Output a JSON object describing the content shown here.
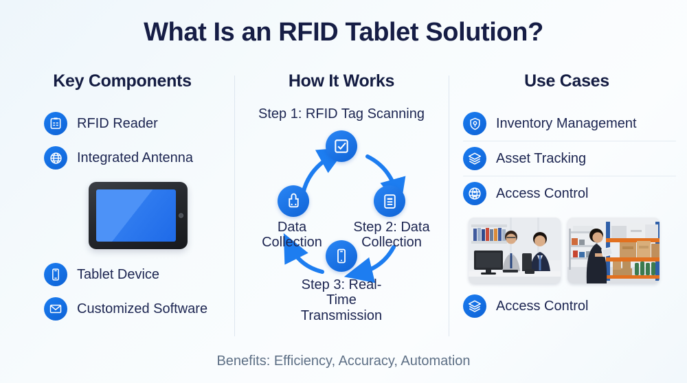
{
  "title": "What Is an RFID Tablet Solution?",
  "columns": {
    "key_components": {
      "heading": "Key Components",
      "items": [
        {
          "label": "RFID Reader",
          "icon": "clipboard-lines-icon"
        },
        {
          "label": "Integrated Antenna",
          "icon": "globe-icon"
        },
        {
          "label": "Tablet Device",
          "icon": "tablet-icon"
        },
        {
          "label": "Customized Software",
          "icon": "envelope-icon"
        }
      ],
      "illustration": "tablet-device-illustration"
    },
    "how_it_works": {
      "heading": "How It Works",
      "step_top_label": "Step 1: RFID Tag Scanning",
      "nodes": [
        {
          "position": "top",
          "icon": "checkbox-check-icon",
          "label": ""
        },
        {
          "position": "right",
          "icon": "document-lines-icon",
          "label": "Step 2: Data\nCollection"
        },
        {
          "position": "bottom",
          "icon": "smartphone-icon",
          "label": "Step 3: Real-Time\nTransmission"
        },
        {
          "position": "left",
          "icon": "rfid-tag-icon",
          "label": "Data\nCollection"
        }
      ],
      "node_labels": {
        "right_line1": "Step 2: Data",
        "right_line2": "Collection",
        "bottom_line1": "Step 3: Real-Time",
        "bottom_line2": "Transmission",
        "left_line1": "Data",
        "left_line2": "Collection"
      }
    },
    "use_cases": {
      "heading": "Use Cases",
      "items": [
        {
          "label": "Inventory Management",
          "icon": "shield-location-icon"
        },
        {
          "label": "Asset Tracking",
          "icon": "layers-icon"
        },
        {
          "label": "Access Control",
          "icon": "globe-person-icon"
        },
        {
          "label": "Access Control",
          "icon": "layers-icon"
        }
      ],
      "photos": [
        {
          "alt": "two-businessmen-at-desk-with-monitor"
        },
        {
          "alt": "man-with-tablet-in-warehouse-aisle"
        }
      ]
    }
  },
  "footer": "Benefits: Efficiency, Accuracy, Automation",
  "colors": {
    "title": "#161d45",
    "accent_blue": "#1272e8",
    "text": "#1b2450",
    "footer_text": "#5d6f85",
    "divider": "#dde6ef",
    "background": "#f5fafd"
  }
}
